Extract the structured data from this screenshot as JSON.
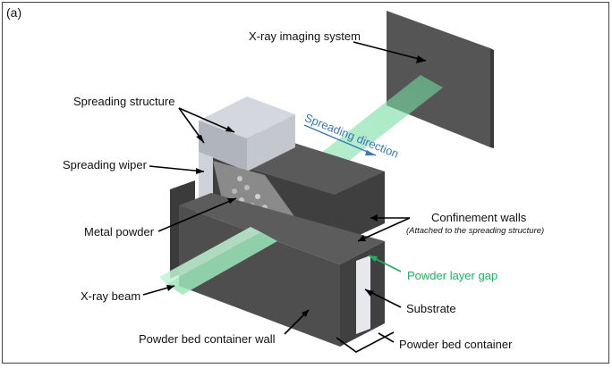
{
  "panel_label": "(a)",
  "labels": {
    "xray_imaging": "X-ray imaging system",
    "spreading_structure": "Spreading structure",
    "spreading_direction": "Spreading direction",
    "spreading_wiper": "Spreading wiper",
    "metal_powder": "Metal powder",
    "confinement_walls": "Confinement walls",
    "confinement_note": "(Attached to the spreading structure)",
    "powder_layer_gap": "Powder layer gap",
    "xray_beam": "X-ray beam",
    "substrate": "Substrate",
    "container_wall": "Powder bed container wall",
    "container": "Powder bed container"
  },
  "colors": {
    "dark_wall": "#4a4a4a",
    "light_structure": "#b8bcc4",
    "beam": "#7fe0a8",
    "green_text": "#20b060",
    "blue_text": "#3c78b4"
  }
}
